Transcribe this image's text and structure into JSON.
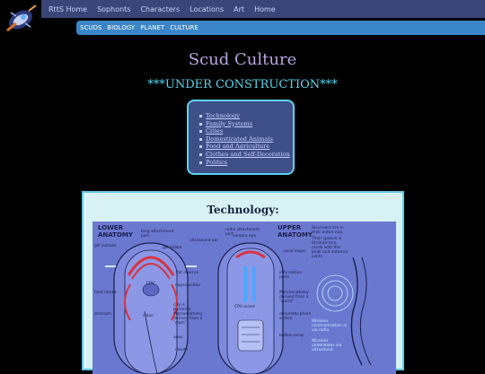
{
  "topnav": {
    "items": [
      {
        "label": "RttS Home"
      },
      {
        "label": "Sophonts"
      },
      {
        "label": "Characters"
      },
      {
        "label": "Locations"
      },
      {
        "label": "Art"
      },
      {
        "label": "Home"
      }
    ]
  },
  "subnav": {
    "items": [
      {
        "label": "SCUDS"
      },
      {
        "label": "BIOLOGY"
      },
      {
        "label": "PLANET"
      },
      {
        "label": "CULTURE"
      }
    ]
  },
  "page": {
    "title": "Scud Culture",
    "status": "***UNDER CONSTRUCTION***"
  },
  "toc": {
    "items": [
      {
        "label": "Technology"
      },
      {
        "label": "Family Systems"
      },
      {
        "label": "Cities"
      },
      {
        "label": "Domesticated Animals"
      },
      {
        "label": "Food and Agriculture"
      },
      {
        "label": "Clothes and Self-Decoration"
      },
      {
        "label": "Politics"
      }
    ]
  },
  "technology": {
    "heading": "Technology:",
    "illustration": {
      "lower_title_1": "LOWER",
      "lower_title_2": "ANATOMY",
      "upper_title_1": "UPPER",
      "upper_title_2": "ANATOMY",
      "labels": {
        "long_attachment_port": "long attachment port",
        "gill_intake": "gill intake",
        "gill_outtake": "gill outtake",
        "ultrasound_ear": "ultrasound ear",
        "fat_reserve": "fat reserve",
        "reproduction": "reproduction",
        "cpu": "CPU",
        "heat_intake": "heat intake",
        "stomach": "stomach",
        "colon": "colon",
        "city_is_bacterial": "city is bacterial. Macroanatomy derived from a \"clam\"",
        "anus": "anus",
        "mouth": "mouth",
        "radio_attachment_port": "radio attachment port",
        "camera_eye": "camera eye",
        "vocal_organ": "vocal organ",
        "information_ports": "information ports",
        "macroanatomy_worm": "Macroanatomy derived from a \"worm\"",
        "cpu_insert": "CPU insert",
        "chromatophore_screen": "chromato-phore screen",
        "button_array": "button array",
        "scud_ears": "Scud ears are in their anten-nae.",
        "their_speech": "Their speech is Stridula-tory, made with the beak and antenna joints.",
        "wireless": "Wireless communication is via radio.",
        "wireless_underwater": "Wireless underwater via ultrasound."
      }
    }
  },
  "colors": {
    "background": "#000000",
    "topnav": "#3b4577",
    "subnav": "#3a86c9",
    "title": "#b7a3e0",
    "construction": "#55d9ee",
    "toc_bg": "#3f4f88",
    "toc_border": "#5fd3f0",
    "tech_bg": "#d7f1f5",
    "illustration_bg": "#6b78d0"
  },
  "icons": {
    "logo": "scud-logo-icon",
    "bullet": "square-bullet-icon"
  }
}
